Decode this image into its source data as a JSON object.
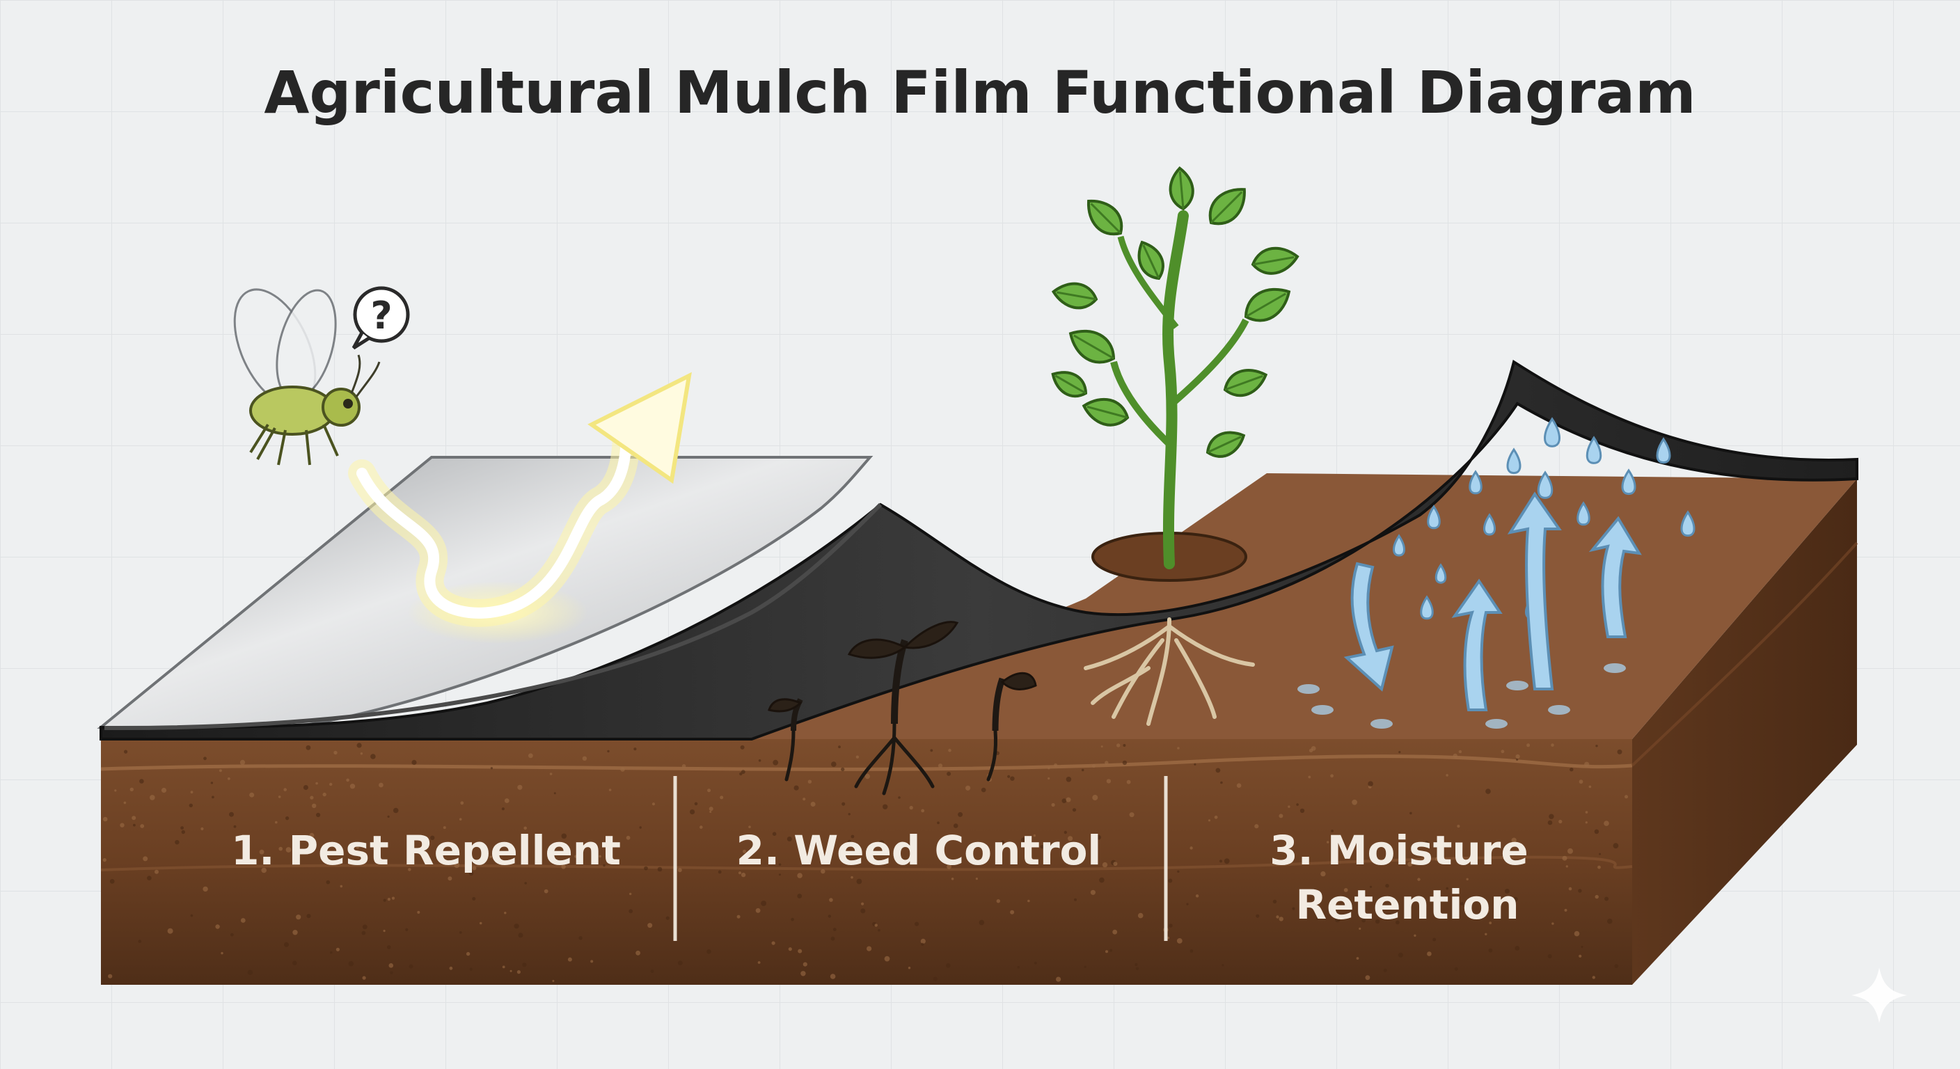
{
  "title": "Agricultural Mulch Film Functional Diagram",
  "sections": [
    {
      "label": "1. Pest Repellent"
    },
    {
      "label": "2. Weed Control"
    },
    {
      "label_line1": "3. Moisture",
      "label_line2": "Retention"
    }
  ],
  "callouts": {
    "question_mark": "?"
  },
  "colors": {
    "background": "#eef0f1",
    "soil_front": "#6e4326",
    "soil_top": "#8a5838",
    "silver_film": "#c8cacc",
    "black_film": "#2a2a2a",
    "plant_leaf": "#5ea83a",
    "water": "#a9d3ef",
    "reflected_light": "#fff7b0"
  }
}
